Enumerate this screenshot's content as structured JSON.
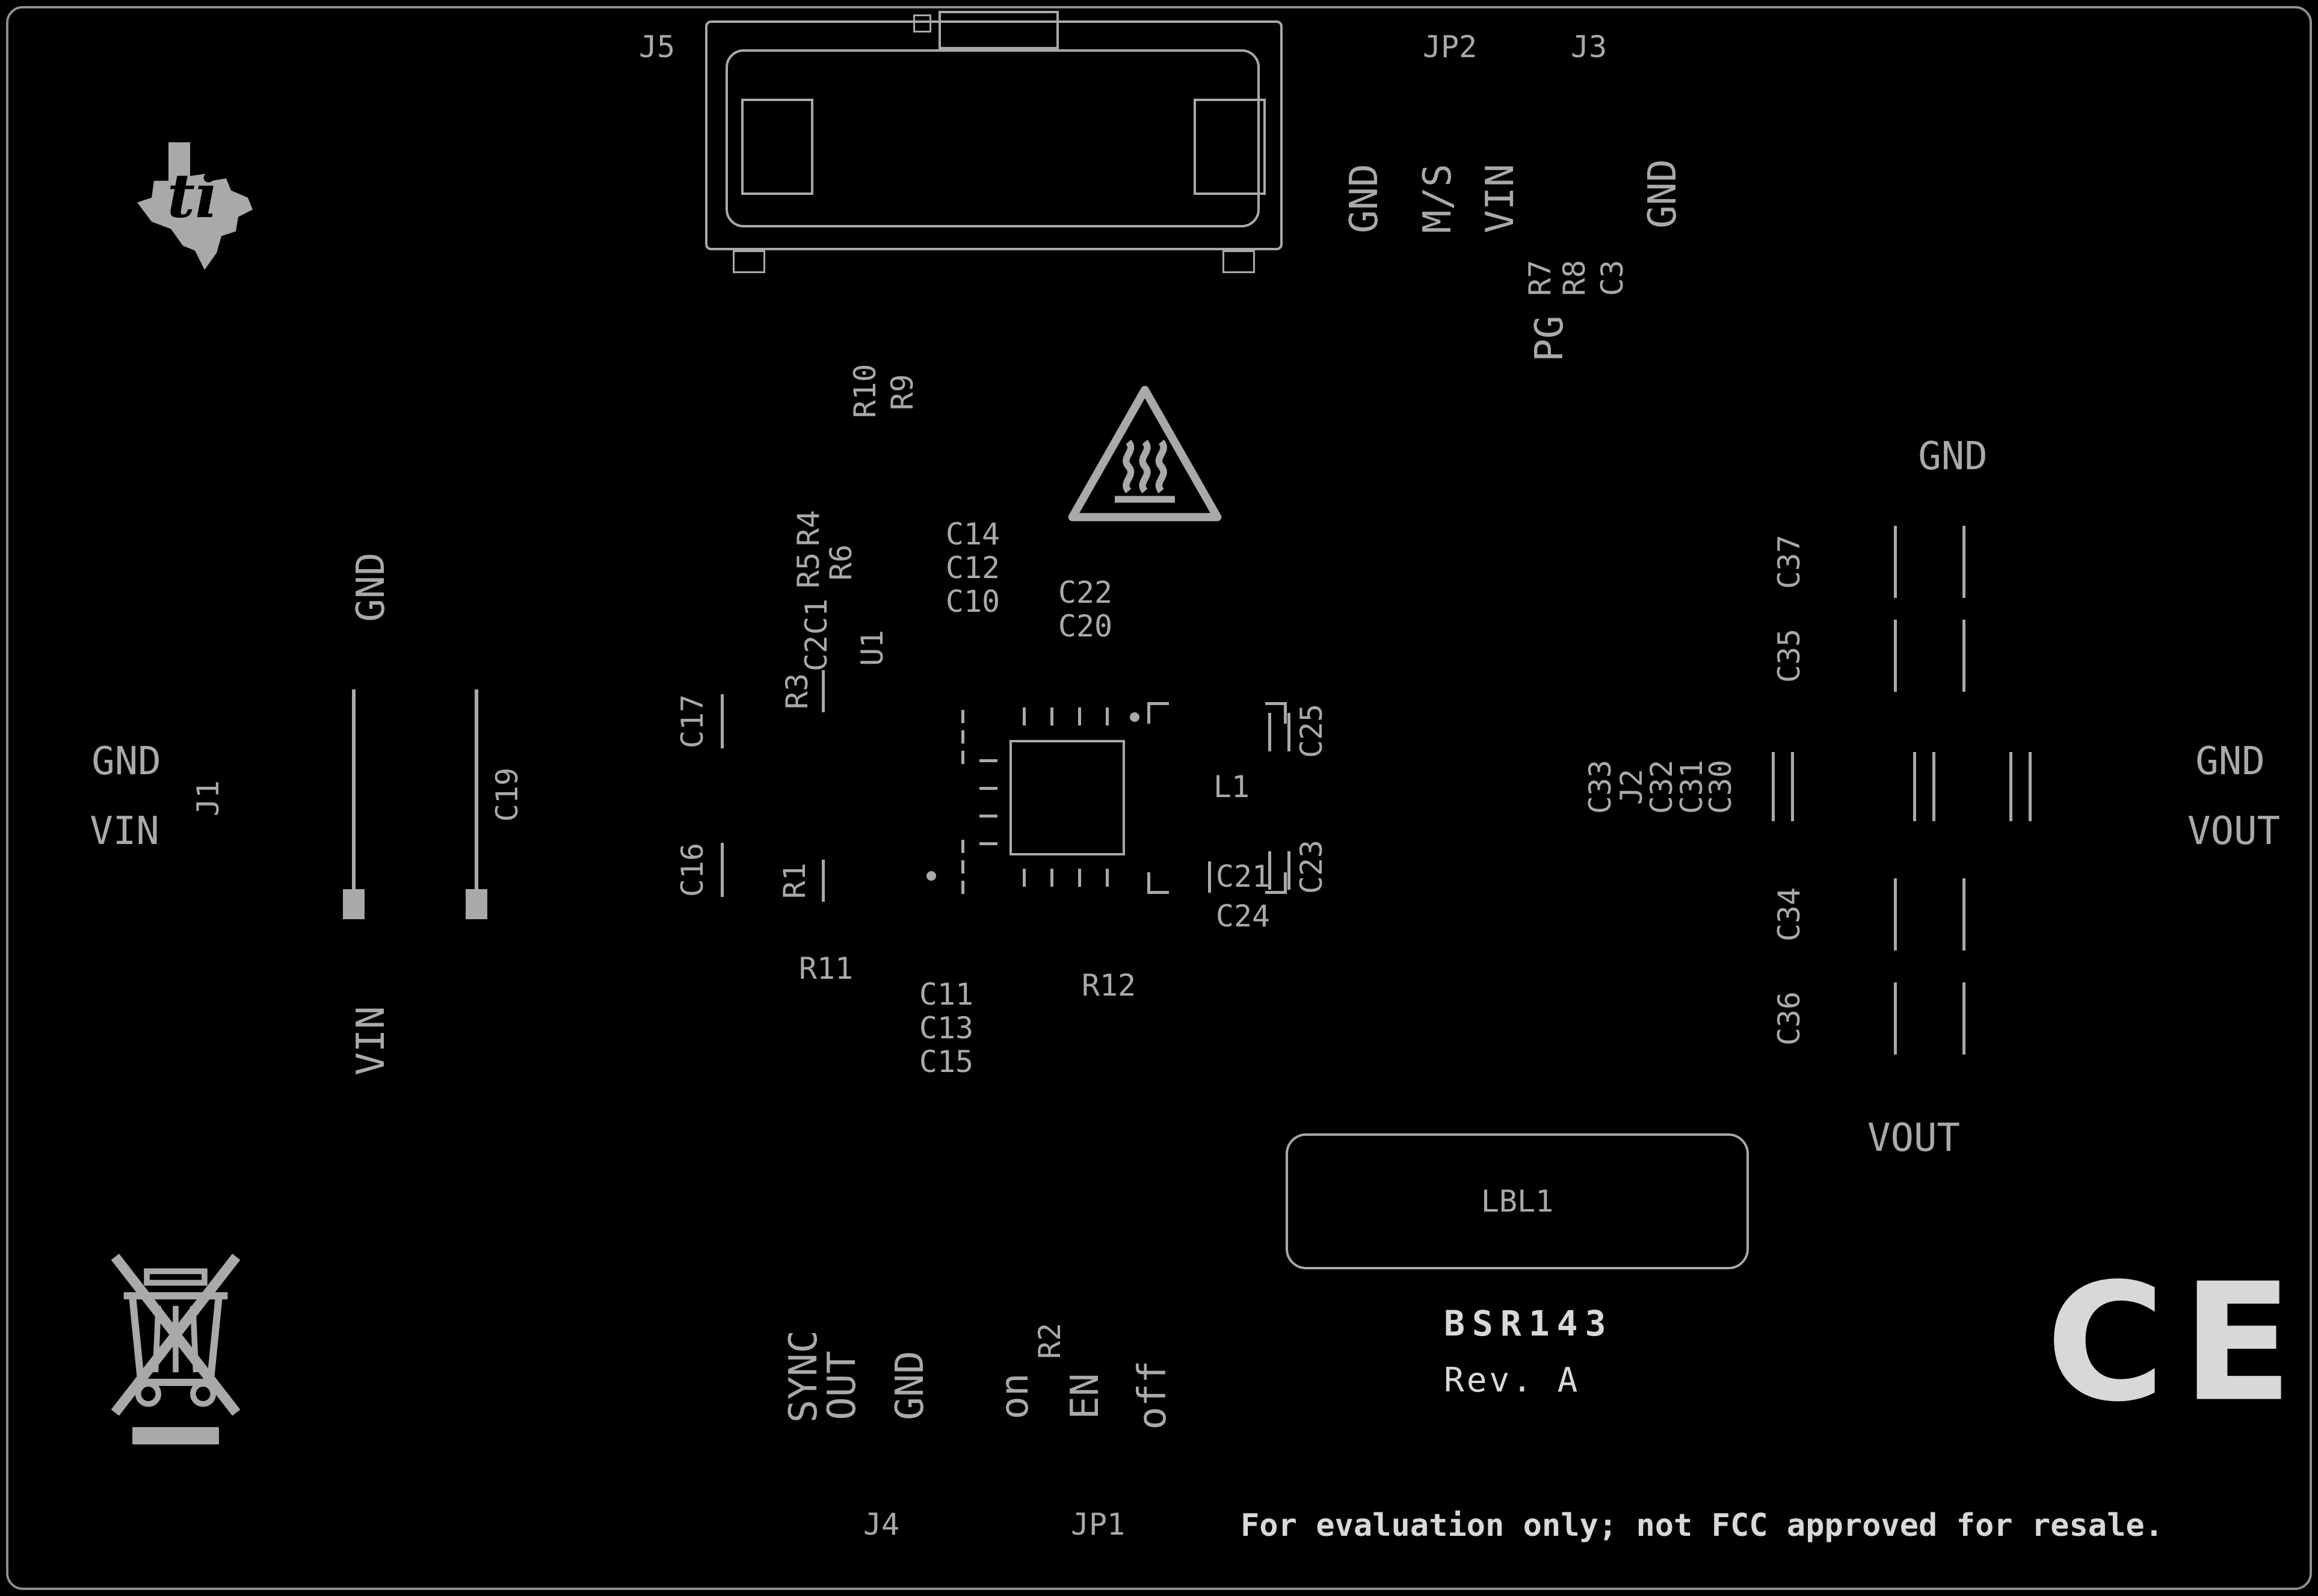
{
  "colors": {
    "background": "#000000",
    "silkscreen": "#a9a9a9",
    "bright": "#d8d8d8",
    "outline": "#8f8f8f"
  },
  "logo": {
    "ti": "ti"
  },
  "top": {
    "j5": "J5",
    "jp2": "JP2",
    "j3": "J3",
    "gnd_left": "GND",
    "ms": "M/S",
    "vin": "VIN",
    "gnd_right": "GND",
    "r7": "R7",
    "r8": "R8",
    "c3": "C3",
    "pg": "PG"
  },
  "center": {
    "r10": "R10",
    "r9": "R9",
    "r4": "R4",
    "r5": "R5",
    "r6": "R6",
    "c1": "C1",
    "c2": "C2",
    "u1": "U1",
    "c14": "C14",
    "c12": "C12",
    "c10": "C10",
    "c22": "C22",
    "c20": "C20",
    "r3": "R3",
    "c17": "C17",
    "c16": "C16",
    "r1": "R1",
    "r11": "R11",
    "c11": "C11",
    "c13": "C13",
    "c15": "C15",
    "r12": "R12",
    "l1": "L1",
    "c25": "C25",
    "c23": "C23",
    "c21": "C21",
    "c24": "C24"
  },
  "left": {
    "gnd_top": "GND",
    "gnd": "GND",
    "vin": "VIN",
    "j1": "J1",
    "c19": "C19",
    "vin_bottom": "VIN"
  },
  "right": {
    "gnd_top": "GND",
    "c37": "C37",
    "c35": "C35",
    "c33": "C33",
    "j2": "J2",
    "c32": "C32",
    "c31": "C31",
    "c30": "C30",
    "gnd": "GND",
    "vout": "VOUT",
    "c34": "C34",
    "c36": "C36",
    "vout_bottom": "VOUT"
  },
  "bottom": {
    "sync": "SYNC",
    "out": "OUT",
    "gnd": "GND",
    "on": "on",
    "r2": "R2",
    "en": "EN",
    "off": "off",
    "j4": "J4",
    "jp1": "JP1"
  },
  "texts": {
    "label_box": "LBL1",
    "board_id": "BSR143",
    "revision": "Rev. A",
    "disclaimer": "For evaluation only; not FCC approved for resale.",
    "ce_mark": "CE"
  }
}
